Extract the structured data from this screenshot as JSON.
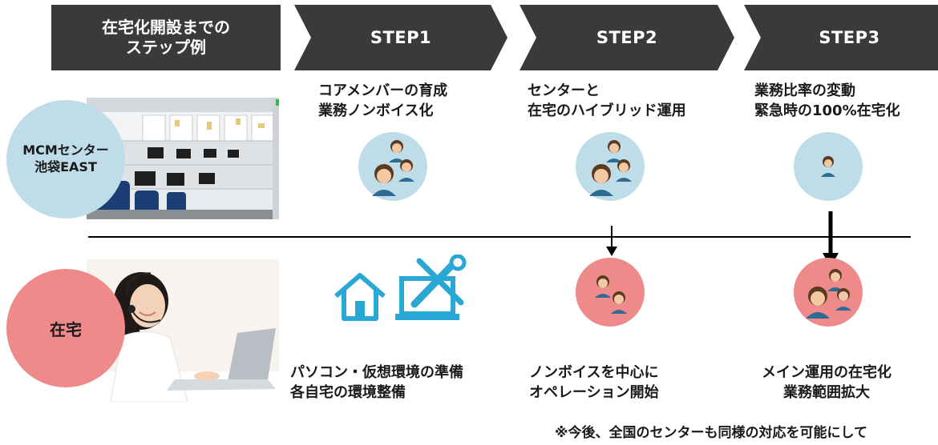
{
  "header": {
    "intro": "在宅化開設までの\nステップ例",
    "steps": [
      "STEP1",
      "STEP2",
      "STEP3"
    ]
  },
  "rows": {
    "center_label": "MCMセンター\n池袋EAST",
    "home_label": "在宅"
  },
  "step1": {
    "center_text": "コアメンバーの育成\n業務ノンボイス化",
    "home_text": "パソコン・仮想環境の準備\n各自宅の環境整備"
  },
  "step2": {
    "center_text": "センターと\n在宅のハイブリッド運用",
    "home_text": "ノンボイスを中心に\nオペレーション開始"
  },
  "step3": {
    "center_text": "業務比率の変動\n緊急時の100%在宅化",
    "home_text": "メイン運用の在宅化\n業務範囲拡大"
  },
  "footnote": "※今後、全国のセンターも同様の対応を可能にして",
  "colors": {
    "header": "#3a3a3a",
    "center_circle": "#bfdde8",
    "home_circle": "#ef8a8a",
    "icon_blue": "#29a8d6",
    "person_hair": "#5b3a22",
    "person_skin": "#f3c9a4",
    "person_body": "#2e6b93"
  }
}
